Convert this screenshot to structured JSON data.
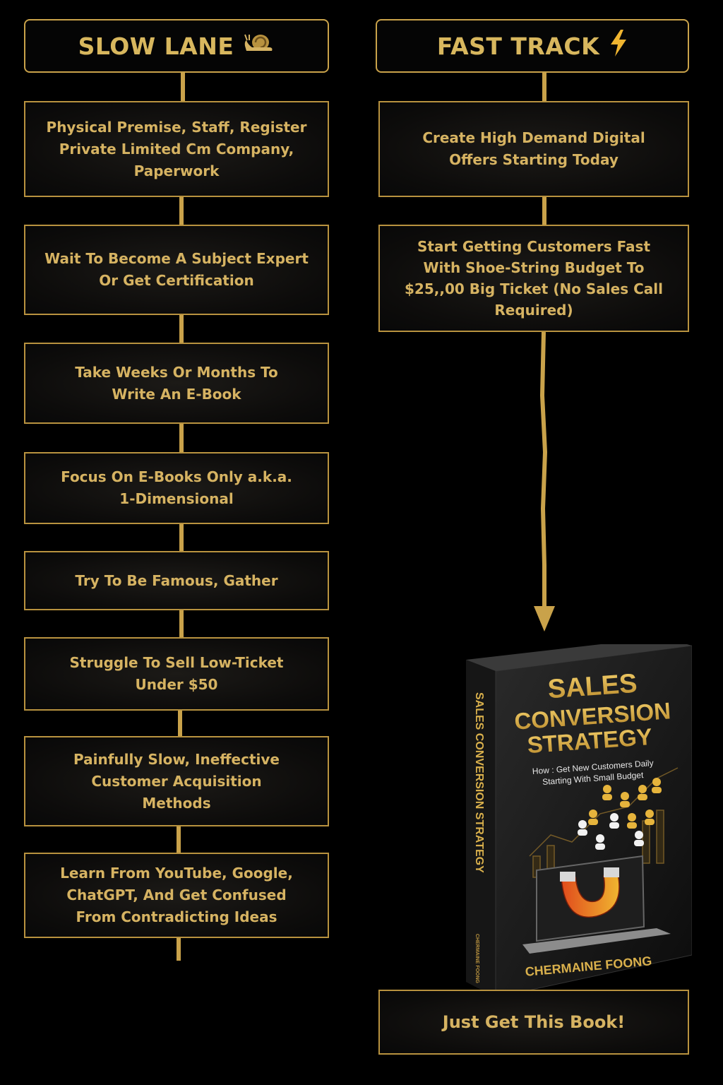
{
  "slow_lane": {
    "title": "SLOW LANE",
    "icon": "snail-icon",
    "steps": [
      "Physical Premise, Staff, Register Private Limited Cm Company, Paperwork",
      "Wait To Become A Subject Expert Or Get Certification",
      "Take Weeks Or Months To Write An E-Book",
      "Focus On E-Books Only a.k.a. 1-Dimensional",
      "Try To Be Famous, Gather",
      "Struggle To Sell Low-Ticket Under $50",
      "Painfully Slow, Ineffective Customer Acquisition Methods",
      "Learn From YouTube, Google, ChatGPT, And Get Confused From Contradicting Ideas"
    ]
  },
  "fast_track": {
    "title": "FAST TRACK",
    "icon": "lightning-bolt-icon",
    "steps": [
      "Create High Demand Digital Offers Starting Today",
      "Start Getting Customers Fast With Shoe-String Budget To $25,,00 Big Ticket (No Sales Call Required)"
    ],
    "cta": "Just Get This Book!"
  },
  "book": {
    "title_line1": "SALES",
    "title_line2": "CONVERSION",
    "title_line3": "STRATEGY",
    "subtitle_line1": "How : Get New Customers Daily",
    "subtitle_line2": "Starting With Small Budget",
    "spine_title": "SALES CONVERSION STRATEGY",
    "spine_author": "CHERMAINE FOONG",
    "author": "CHERMAINE FOONG"
  },
  "colors": {
    "gold": "#c9a24a",
    "text_gold": "#d6b362",
    "background": "#000000"
  }
}
